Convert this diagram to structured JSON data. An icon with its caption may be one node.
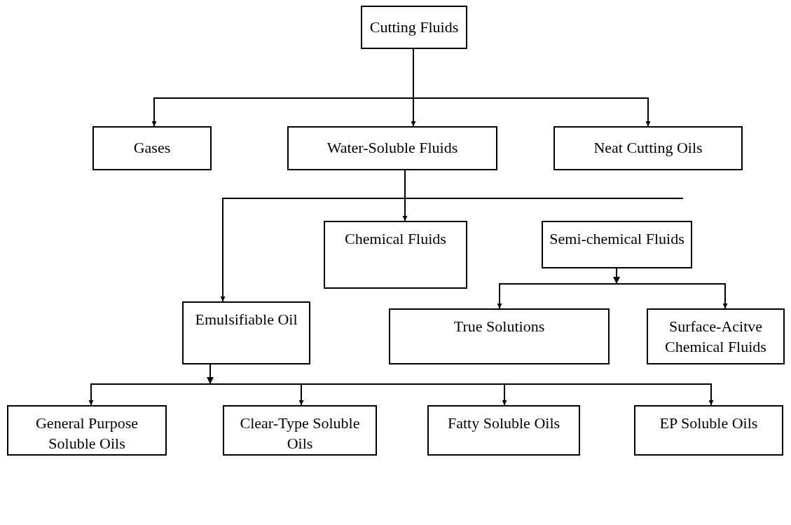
{
  "diagram": {
    "nodes": [
      {
        "text": [
          "Cutting Fluids"
        ]
      },
      {
        "text": [
          "Gases"
        ]
      },
      {
        "text": [
          "Water-Soluble Fluids"
        ]
      },
      {
        "text": [
          "Neat Cutting Oils"
        ]
      },
      {
        "text": [
          "Chemical Fluids"
        ]
      },
      {
        "text": [
          "Semi-chemical Fluids"
        ]
      },
      {
        "text": [
          "Emulsifiable Oil"
        ]
      },
      {
        "text": [
          "True Solutions"
        ]
      },
      {
        "text": [
          "Surface-Acitve Chemical Fluids"
        ]
      },
      {
        "text": [
          "General Purpose Soluble Oils"
        ]
      },
      {
        "text": [
          "Clear-Type Soluble Oils"
        ]
      },
      {
        "text": [
          "Fatty Soluble Oils"
        ]
      },
      {
        "text": [
          "EP Soluble Oils"
        ]
      }
    ],
    "edges": [
      {
        "from": 0,
        "to": 1,
        "arrow": "to"
      },
      {
        "from": 0,
        "to": 2,
        "arrow": "to"
      },
      {
        "from": 0,
        "to": 3,
        "arrow": "to"
      },
      {
        "from": 2,
        "to": 4,
        "arrow": "to"
      },
      {
        "from": 2,
        "to": 6,
        "arrow": "to"
      },
      {
        "from": 5,
        "to": 7,
        "arrow": "to"
      },
      {
        "from": 5,
        "to": 8,
        "arrow": "to"
      },
      {
        "from": 6,
        "to": 9,
        "arrow": "to"
      },
      {
        "from": 6,
        "to": 10,
        "arrow": "to"
      },
      {
        "from": 6,
        "to": 11,
        "arrow": "to"
      },
      {
        "from": 6,
        "to": 12,
        "arrow": "to"
      }
    ]
  }
}
